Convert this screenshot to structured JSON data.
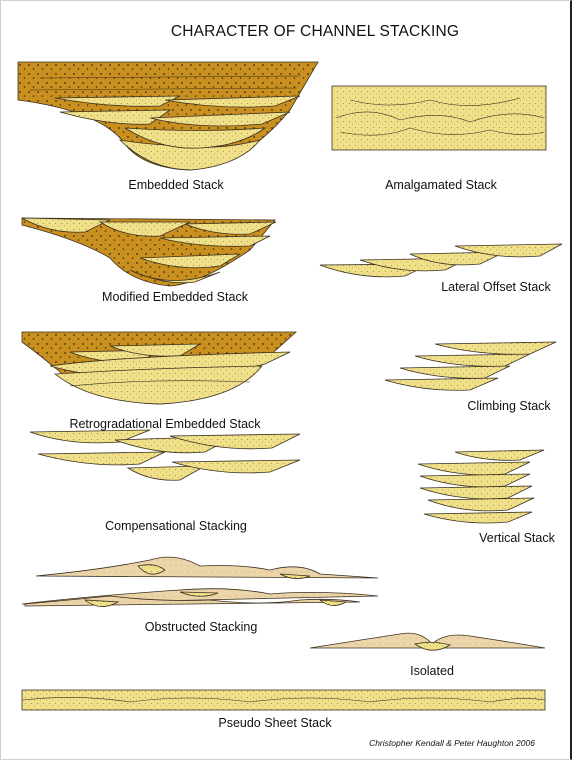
{
  "title": "CHARACTER OF CHANNEL STACKING",
  "panels": [
    {
      "id": "embedded",
      "label": "Embedded Stack"
    },
    {
      "id": "amalgamated",
      "label": "Amalgamated Stack"
    },
    {
      "id": "modified-embedded",
      "label": "Modified Embedded Stack"
    },
    {
      "id": "lateral-offset",
      "label": "Lateral Offset Stack"
    },
    {
      "id": "retrogradational-embedded",
      "label": "Retrogradational Embedded Stack"
    },
    {
      "id": "climbing",
      "label": "Climbing Stack"
    },
    {
      "id": "compensational",
      "label": "Compensational Stacking"
    },
    {
      "id": "vertical",
      "label": "Vertical Stack"
    },
    {
      "id": "obstructed",
      "label": "Obstructed Stacking"
    },
    {
      "id": "isolated",
      "label": "Isolated"
    },
    {
      "id": "pseudo-sheet",
      "label": "Pseudo Sheet Stack"
    }
  ],
  "credit": "Christopher Kendall & Peter Haughton 2006",
  "colors": {
    "sand": "#f0e08a",
    "mud": "#c9901f",
    "pale_sand": "#ecd5a8",
    "outline": "#3a3020"
  }
}
